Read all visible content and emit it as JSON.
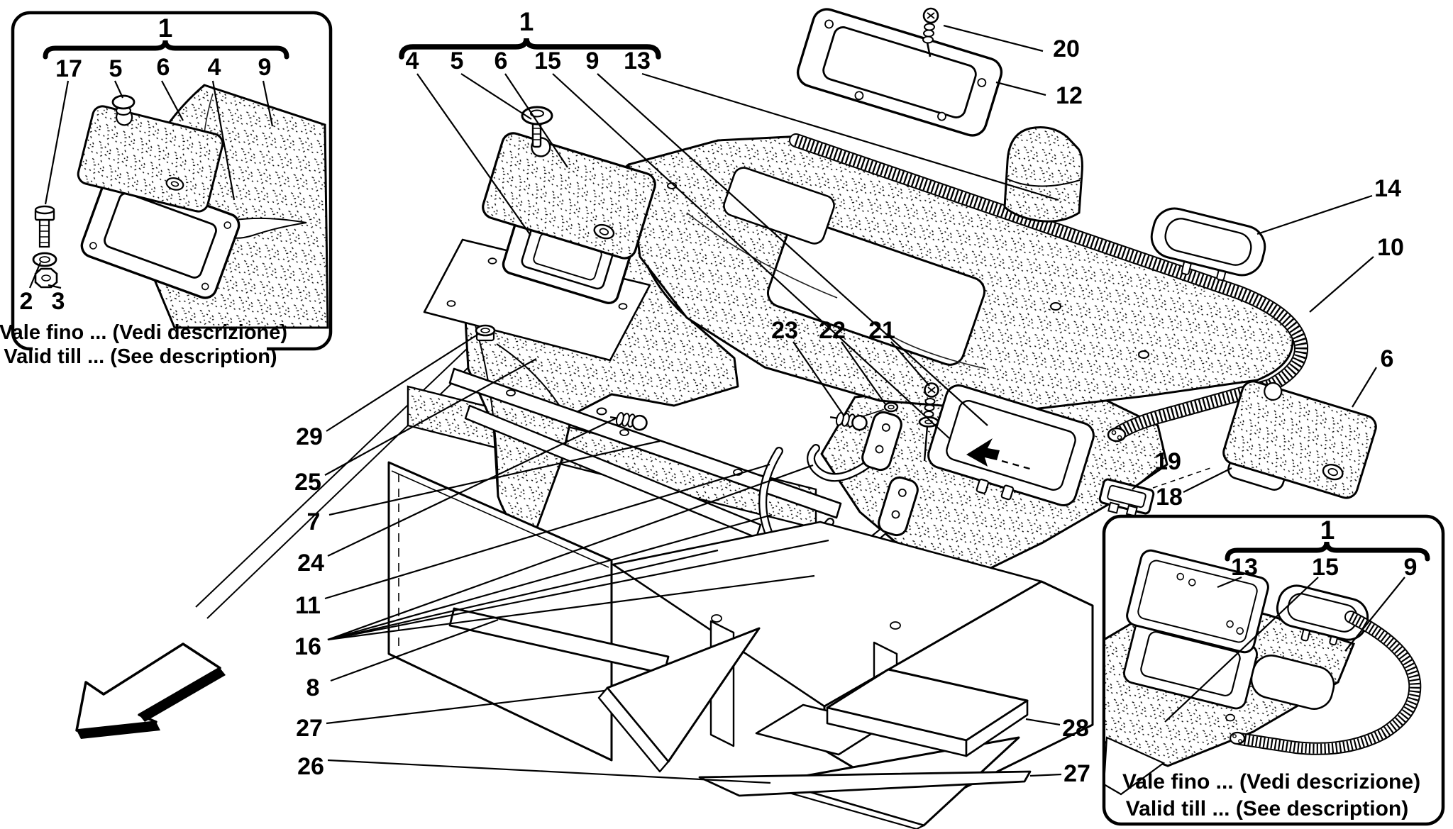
{
  "document": {
    "type": "parts-diagram",
    "page_background": "#ffffff",
    "ink_color": "#000000"
  },
  "labels": {
    "n1": "1",
    "n2": "2",
    "n3": "3",
    "n4": "4",
    "n5": "5",
    "n6": "6",
    "n7": "7",
    "n8": "8",
    "n9": "9",
    "n10": "10",
    "n11": "11",
    "n12": "12",
    "n13": "13",
    "n14": "14",
    "n15": "15",
    "n16": "16",
    "n17": "17",
    "n18": "18",
    "n19": "19",
    "n20": "20",
    "n21": "21",
    "n22": "22",
    "n23": "23",
    "n24": "24",
    "n25": "25",
    "n26": "26",
    "n27": "27",
    "n28": "28",
    "n29": "29"
  },
  "captions": {
    "it": "Vale fino ... (Vedi descrizione)",
    "en": "Valid till ... (See description)"
  }
}
